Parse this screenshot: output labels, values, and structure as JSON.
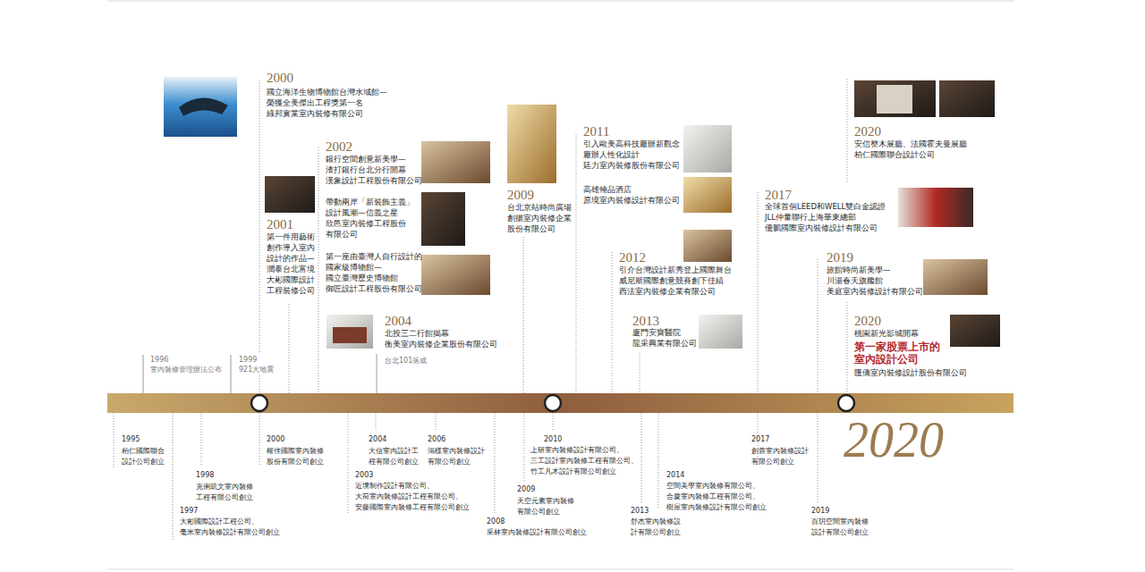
{
  "diagram": {
    "labels": [
      "2000",
      "國立海洋生物博物館台灣水域館— 榮獲全美傑出工程獎第一名 綠邦實業室內裝修有限公司",
      "2001",
      "第一件用藝術 創作導入室內 設計的作品— 潤泰台北富境 大彬國際設計 工程裝修公司",
      "2002",
      "銀行空間創意新美學— 渣打銀行台北分行開幕 漢象設計工程股份有限公司",
      "帶動兩岸「新裝飾主義」 設計風潮—信義之星 欣邑室內裝修工程股份 有限公司",
      "第一座由臺灣人自行設計的 國家級博物館— 國立臺灣歷史博物館 御匠設計工程股份有限公司",
      "2004",
      "北投三二行館揭幕 衡美室內裝修企業股份有限公司",
      "台北101落成",
      "1996",
      "室內裝修管理辦法公布",
      "1999",
      "921大地震",
      "2009",
      "台北京站時尚廣場 創揚室內裝修企業 股份有限公司",
      "2011",
      "引入歐美高科技廠辦新觀念 廠辦人性化設計 廷力室內裝修股份有限公司",
      "高雄翰品酒店 原境室內裝修設計有限公司",
      "2012",
      "引介台灣設計新秀登上國際舞台 威尼斯國際創意競賽創下佳績 西法室內裝修企業有限公司",
      "2013",
      "廈門安寶醫院 龍采興業有限公司",
      "2017",
      "全球首個LEED和WELL雙白金認證 JLL仲量聯行上海華東總部 優鵬國際室內裝修設計有限公司",
      "2019",
      "旅館時尚新美學— 川湯春天旗艦館 美庭室內裝修設計有限公司",
      "2020",
      "安信整木展廳、法國霍夫曼展廳 柏仁國際聯合設計公司",
      "2020",
      "桃園新光影城開幕",
      "第一家股票上市的 室內設計公司",
      "匯僑室內裝修設計股份有限公司",
      "1995",
      "柏仁國際聯合 設計公司創立",
      "1997",
      "大彬國際設計工程公司、 毫米室內裝修設計有限公司創立",
      "1998",
      "克俐凱文室內裝修 工程有限公司創立",
      "2000",
      "權佳國際室內裝修 股份有限公司創立",
      "2003",
      "近境制作設計有限公司、 大荷室內裝修設計工程有限公司、 安藤國際室內裝修工程有限公司創立",
      "2004",
      "大信室內設計工 程有限公司創立",
      "2006",
      "鴻樣室內裝修設計 有限公司創立",
      "2008",
      "采林室內裝修設計有限公司創立",
      "2009",
      "天空元素室內裝修 有限公司創立",
      "2010",
      "上研室內裝修設計有限公司、 三工設計室內裝修工程有限公司、 竹工凡木設計有限公司創立",
      "2013",
      "舒杰室內裝修設 計有限公司創立",
      "2014",
      "空間美學室內裝修有限公司、 合慶室內裝修工程有限公司、 樹屋室內裝修設計有限公司創立",
      "2017",
      "創蓉室內裝修設計 有限公司創立",
      "2019",
      "百玥空間室內裝修 設計有限公司創立",
      "2020"
    ]
  }
}
